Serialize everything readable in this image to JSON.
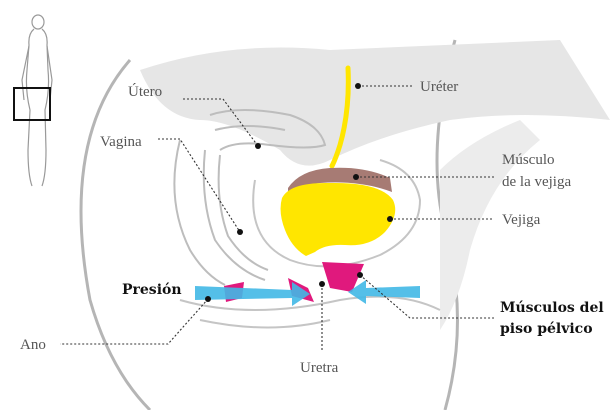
{
  "labels": {
    "utero": "Útero",
    "vagina": "Vagina",
    "ureter": "Uréter",
    "musculo_vejiga_1": "Músculo",
    "musculo_vejiga_2": "de la vejiga",
    "vejiga": "Vejiga",
    "presion": "Presión",
    "musculos_piso_1": "Músculos del",
    "musculos_piso_2": "piso pélvico",
    "ano": "Ano",
    "uretra": "Uretra"
  },
  "colors": {
    "bladder": "#ffe600",
    "bladder_muscle": "#a77b74",
    "pelvic_muscle": "#e0197d",
    "pressure_arrow": "#41b8e6",
    "tissue": "#e6e6e6",
    "outline": "#b5b5b5"
  }
}
